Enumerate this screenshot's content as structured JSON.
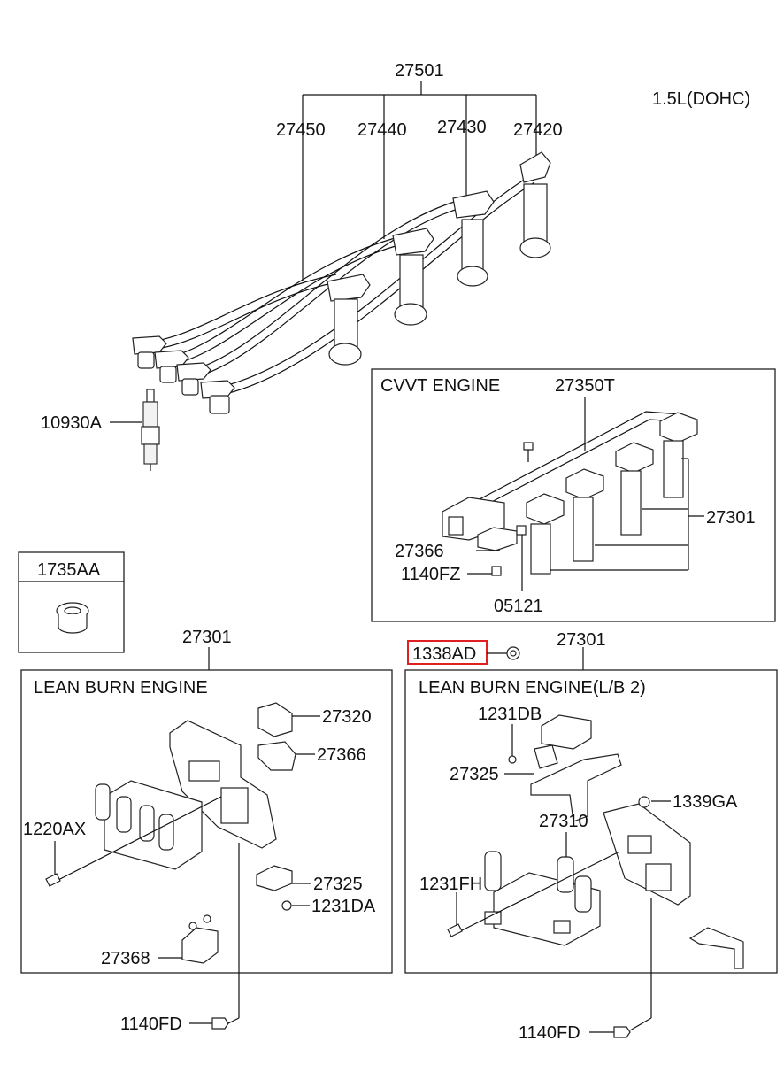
{
  "engine_spec": "1.5L(DOHC)",
  "parts": {
    "p27501": "27501",
    "p27450": "27450",
    "p27440": "27440",
    "p27430": "27430",
    "p27420": "27420",
    "p10930A": "10930A",
    "p1735AA": "1735AA",
    "p27350T": "27350T",
    "p27301_cvvt": "27301",
    "p27366_cvvt": "27366",
    "p1140FZ": "1140FZ",
    "p05121": "05121",
    "p27301_lean": "27301",
    "p1338AD": "1338AD",
    "p27301_lb2": "27301",
    "p27320": "27320",
    "p27366_lean": "27366",
    "p1220AX": "1220AX",
    "p27325_lean": "27325",
    "p1231DA": "1231DA",
    "p27368": "27368",
    "p1140FD_lean": "1140FD",
    "p1231DB": "1231DB",
    "p27325_lb2": "27325",
    "p1339GA": "1339GA",
    "p27310": "27310",
    "p1231FH": "1231FH",
    "p1140FD_lb2": "1140FD"
  },
  "panels": {
    "cvvt_title": "CVVT ENGINE",
    "lean_title": "LEAN BURN ENGINE",
    "lb2_title": "LEAN BURN ENGINE(L/B 2)"
  },
  "highlight_color": "#e02020"
}
